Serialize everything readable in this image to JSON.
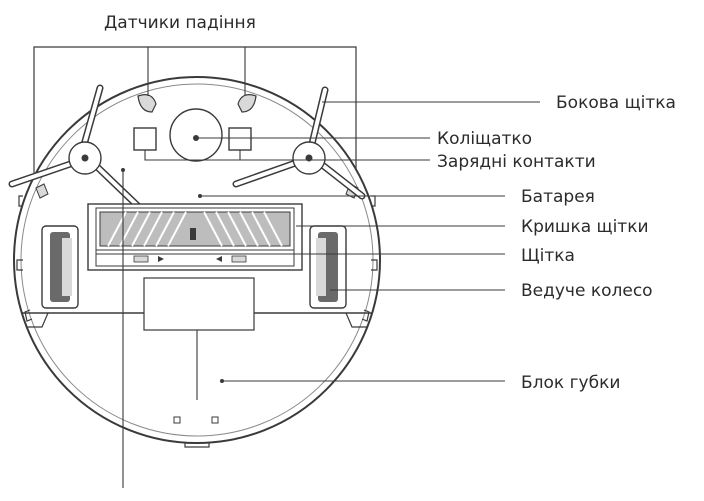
{
  "labels": {
    "cliff_sensors": "Датчики падіння",
    "side_brush": "Бокова щітка",
    "caster_wheel": "Коліщатко",
    "charging_contacts": "Зарядні контакти",
    "battery": "Батарея",
    "brush_cover": "Кришка щітки",
    "main_brush": "Щітка",
    "drive_wheel": "Ведуче колесо",
    "sponge_unit": "Блок губки"
  },
  "colors": {
    "line": "#3a3a3a",
    "text": "#2b2b2b",
    "fill_light": "#d9d9d9",
    "fill_dark": "#6a6a6a"
  }
}
